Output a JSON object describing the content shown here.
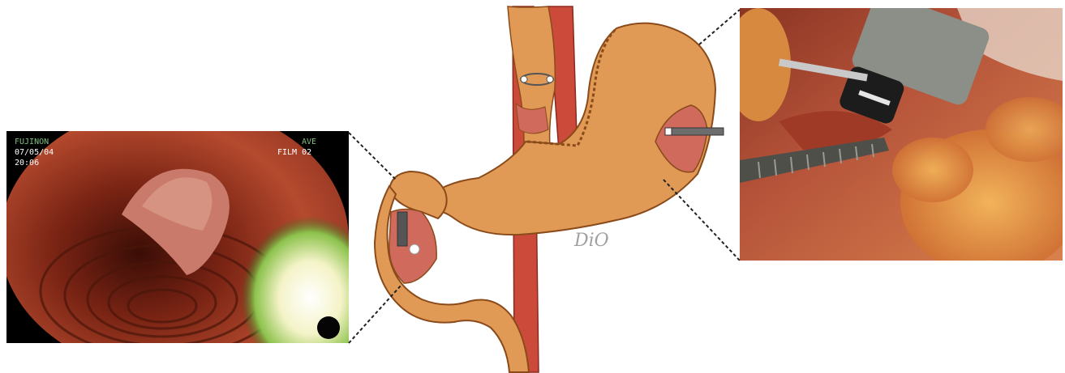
{
  "endoscopy_overlay": {
    "brand": "FUJINON",
    "date": "07/05/04",
    "time": "20:06",
    "mode": "AVE",
    "film": "FILM 02"
  },
  "artist_signature": "DiO",
  "colors": {
    "stomach": "#e09a55",
    "stomach_outline": "#8a4a1a",
    "aorta": "#cc4a3a",
    "mucosa_panel": "#cf6a5c",
    "device_gray": "#6d6d6d",
    "callout_line": "#222222"
  }
}
